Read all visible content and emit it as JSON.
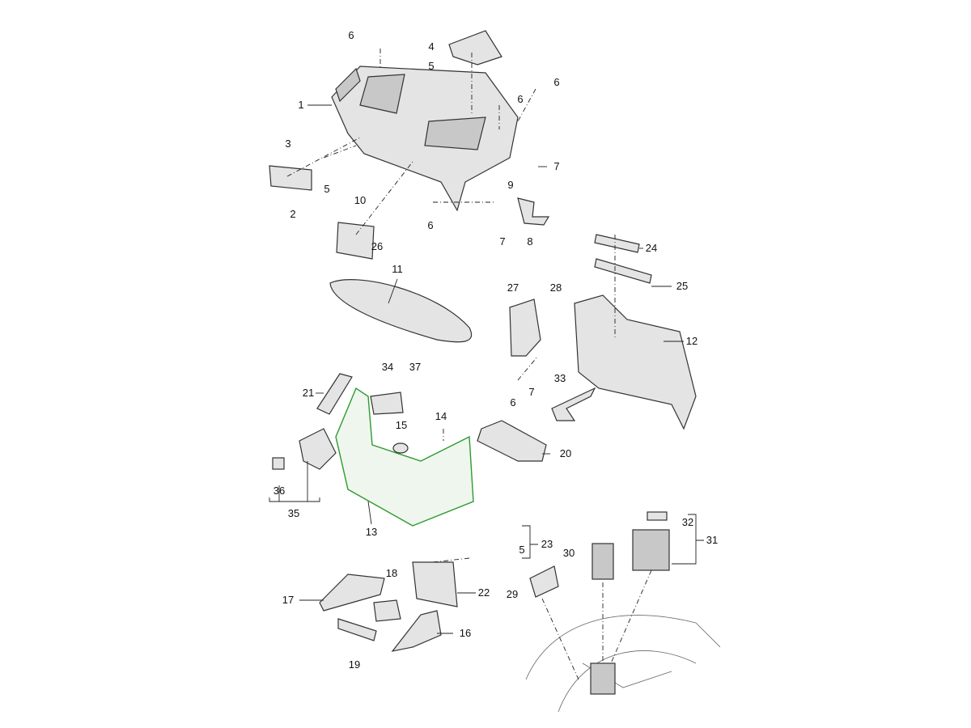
{
  "diagram": {
    "title": "Parts exploded view",
    "highlight_color": "#2e9a2e",
    "callouts": [
      "6",
      "4",
      "5",
      "6",
      "6",
      "1",
      "3",
      "7",
      "5",
      "9",
      "10",
      "2",
      "6",
      "7",
      "8",
      "26",
      "24",
      "11",
      "25",
      "27",
      "28",
      "12",
      "34",
      "37",
      "21",
      "33",
      "6",
      "7",
      "15",
      "14",
      "20",
      "36",
      "35",
      "13",
      "23",
      "5",
      "32",
      "31",
      "30",
      "18",
      "22",
      "29",
      "17",
      "16",
      "19"
    ]
  }
}
